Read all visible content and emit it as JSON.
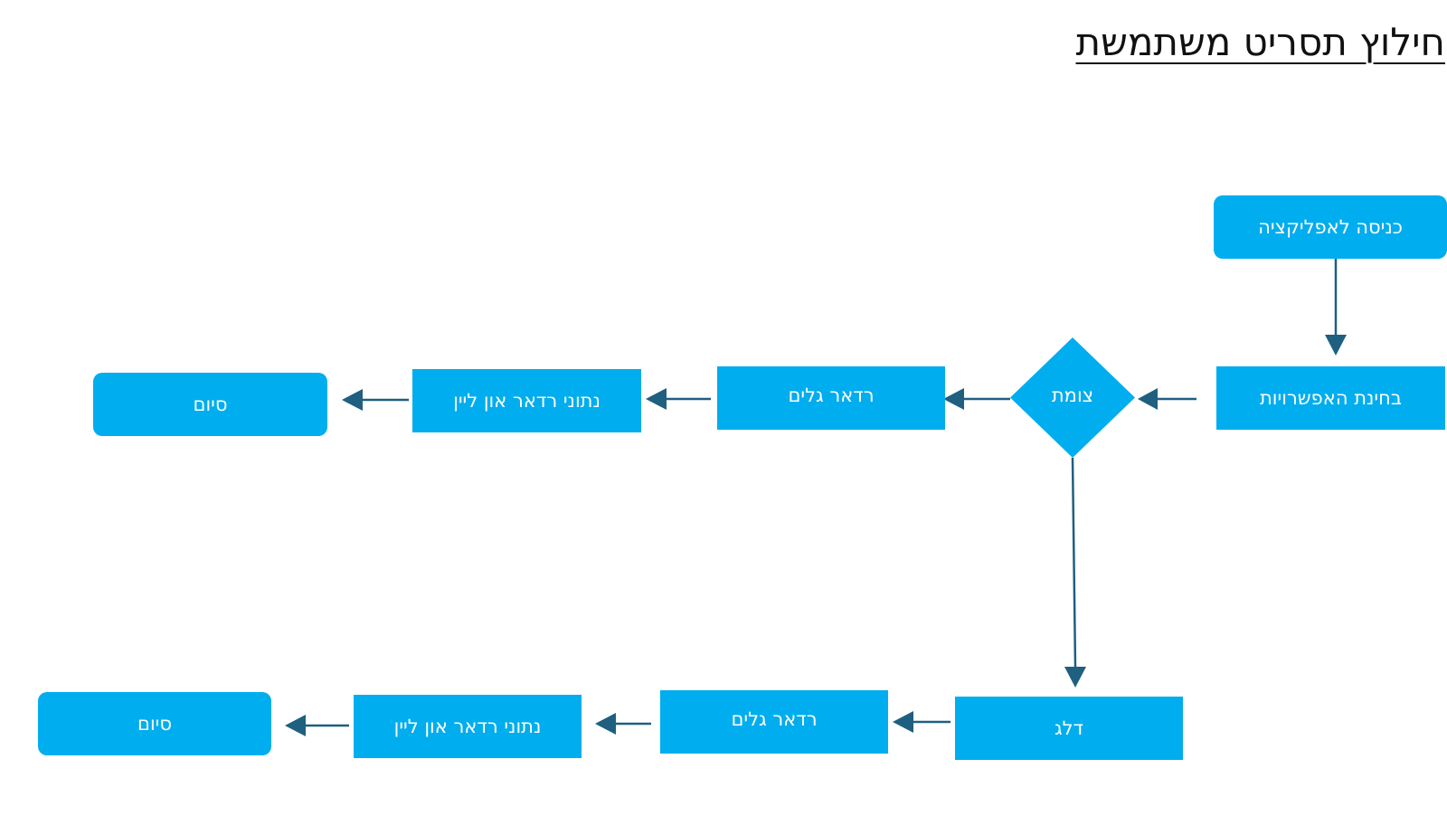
{
  "title": "חילוץ תסריט משתמשת",
  "nodes": {
    "start": "כניסה לאפליקציה",
    "options": "בחינת האפשרויות",
    "junction": "צומת",
    "wave_radar_top": "רדאר גלים",
    "online_radar_top": "נתוני רדאר און ליין",
    "end_top": "סיום",
    "skip": "דלג",
    "wave_radar_bottom": "רדאר גלים",
    "online_radar_bottom": "נתוני רדאר און ליין",
    "end_bottom": "סיום"
  },
  "colors": {
    "node_fill": "#00adee",
    "arrow": "#1f5f80",
    "node_text": "#ffffff"
  }
}
